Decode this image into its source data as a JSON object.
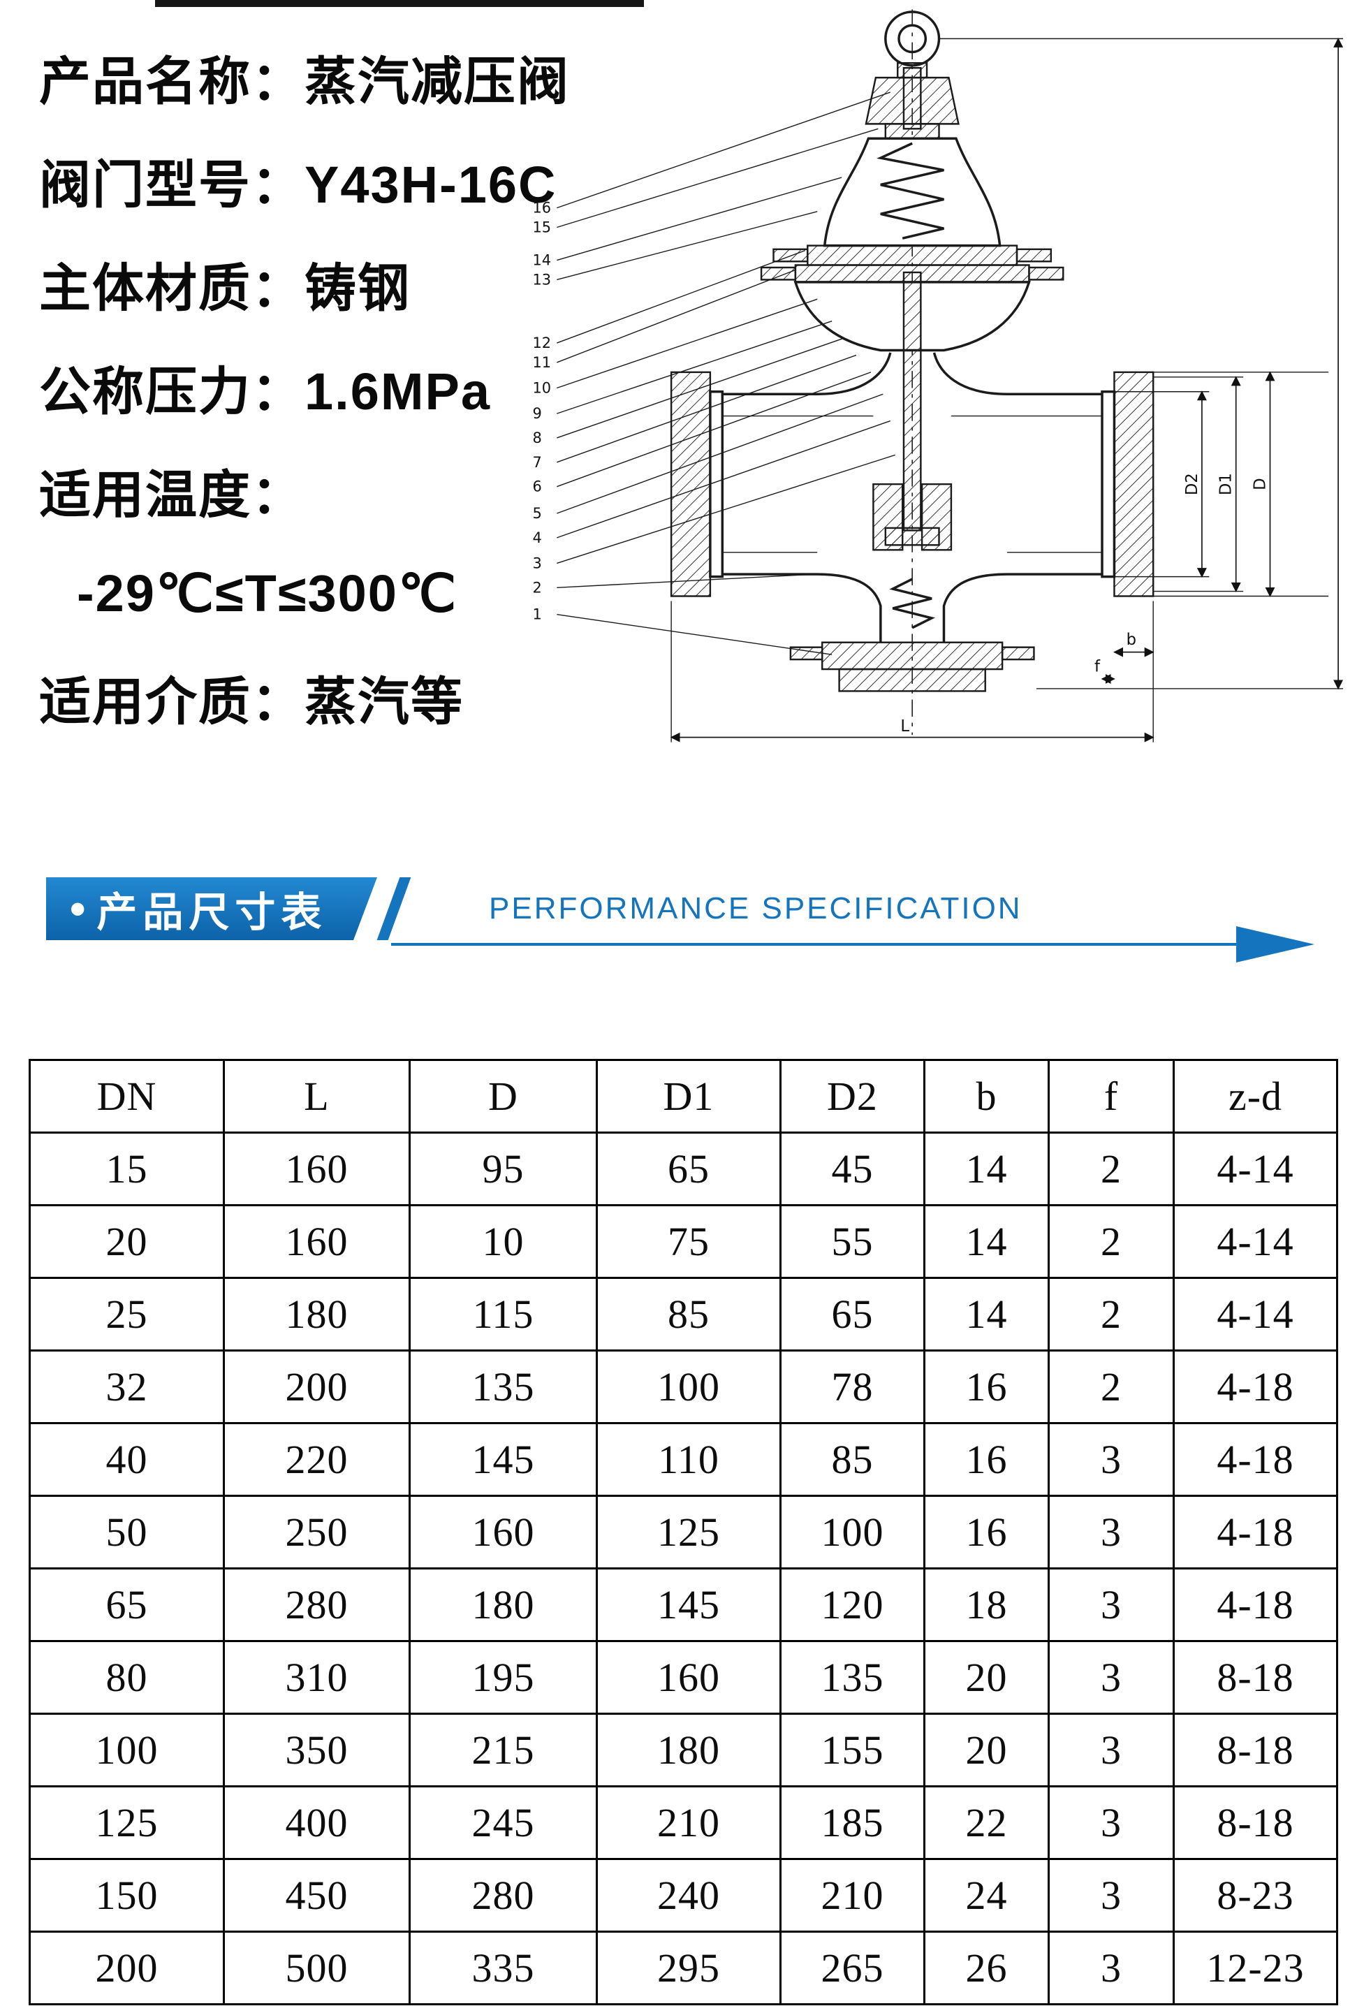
{
  "product_info": {
    "lines": [
      "产品名称：蒸汽减压阀",
      "阀门型号：Y43H-16C",
      "主体材质：铸钢",
      "公称压力：1.6MPa",
      "适用温度：",
      "-29℃≤T≤300℃",
      "适用介质：蒸汽等"
    ]
  },
  "diagram": {
    "callouts": [
      "16",
      "15",
      "14",
      "13",
      "12",
      "11",
      "10",
      "9",
      "8",
      "7",
      "6",
      "5",
      "4",
      "3",
      "2",
      "1"
    ],
    "dims": {
      "l": "L",
      "d": "D",
      "d1": "D1",
      "d2": "D2",
      "b": "b",
      "f": "f"
    }
  },
  "banner": {
    "bullet": "•",
    "title": "产品尺寸表",
    "subtitle": "PERFORMANCE SPECIFICATION",
    "accent": "#1474bd"
  },
  "spec_table": {
    "type": "table",
    "columns": [
      "DN",
      "L",
      "D",
      "D1",
      "D2",
      "b",
      "f",
      "z-d"
    ],
    "rows": [
      [
        "15",
        "160",
        "95",
        "65",
        "45",
        "14",
        "2",
        "4-14"
      ],
      [
        "20",
        "160",
        "10",
        "75",
        "55",
        "14",
        "2",
        "4-14"
      ],
      [
        "25",
        "180",
        "115",
        "85",
        "65",
        "14",
        "2",
        "4-14"
      ],
      [
        "32",
        "200",
        "135",
        "100",
        "78",
        "16",
        "2",
        "4-18"
      ],
      [
        "40",
        "220",
        "145",
        "110",
        "85",
        "16",
        "3",
        "4-18"
      ],
      [
        "50",
        "250",
        "160",
        "125",
        "100",
        "16",
        "3",
        "4-18"
      ],
      [
        "65",
        "280",
        "180",
        "145",
        "120",
        "18",
        "3",
        "4-18"
      ],
      [
        "80",
        "310",
        "195",
        "160",
        "135",
        "20",
        "3",
        "8-18"
      ],
      [
        "100",
        "350",
        "215",
        "180",
        "155",
        "20",
        "3",
        "8-18"
      ],
      [
        "125",
        "400",
        "245",
        "210",
        "185",
        "22",
        "3",
        "8-18"
      ],
      [
        "150",
        "450",
        "280",
        "240",
        "210",
        "24",
        "3",
        "8-23"
      ],
      [
        "200",
        "500",
        "335",
        "295",
        "265",
        "26",
        "3",
        "12-23"
      ]
    ]
  }
}
